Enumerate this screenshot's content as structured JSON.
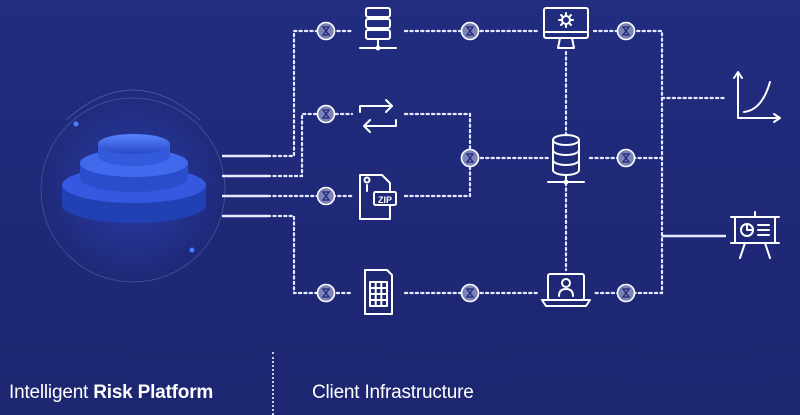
{
  "captions": {
    "left_prefix": "Intelligent ",
    "left_bold": "Risk Platform",
    "right": "Client Infrastructure"
  },
  "icons": [
    "layered-platform-icon",
    "database-server-icon",
    "sync-arrows-icon",
    "zip-file-icon",
    "spreadsheet-file-icon",
    "monitor-gear-icon",
    "central-database-icon",
    "laptop-user-icon",
    "growth-chart-icon",
    "presentation-board-icon",
    "data-node-icon"
  ],
  "zip_label": "ZIP",
  "colors": {
    "background": "#1f2a78",
    "accent": "#3f6cff",
    "line": "#e6e9ff"
  }
}
